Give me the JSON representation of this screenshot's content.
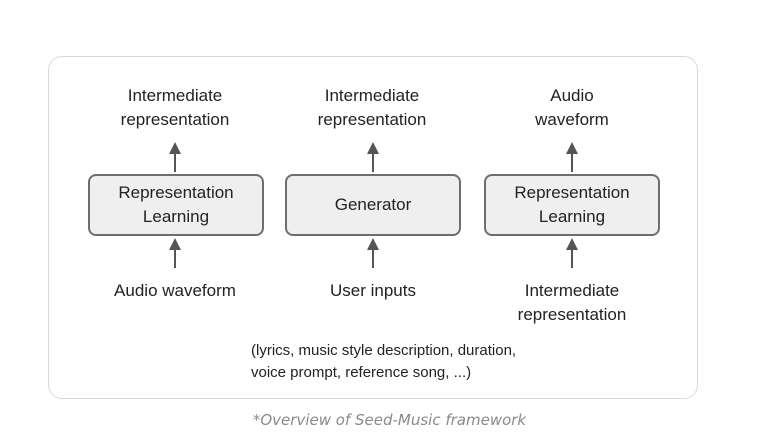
{
  "columns": [
    {
      "top_line1": "Intermediate",
      "top_line2": "representation",
      "box_line1": "Representation",
      "box_line2": "Learning",
      "bottom_line1": "Audio waveform",
      "bottom_line2": ""
    },
    {
      "top_line1": "Intermediate",
      "top_line2": "representation",
      "box_line1": "Generator",
      "box_line2": "",
      "bottom_line1": "User inputs",
      "bottom_line2": ""
    },
    {
      "top_line1": "Audio",
      "top_line2": "waveform",
      "box_line1": "Representation",
      "box_line2": "Learning",
      "bottom_line1": "Intermediate",
      "bottom_line2": "representation"
    }
  ],
  "note_line1": "(lyrics, music style description, duration,",
  "note_line2": "voice prompt, reference song, ...)",
  "caption": "*Overview of Seed-Music framework",
  "colors": {
    "box_fill": "#efefef",
    "box_border": "#6e6e6e",
    "arrow": "#555555",
    "caption": "#8a8a8a"
  }
}
